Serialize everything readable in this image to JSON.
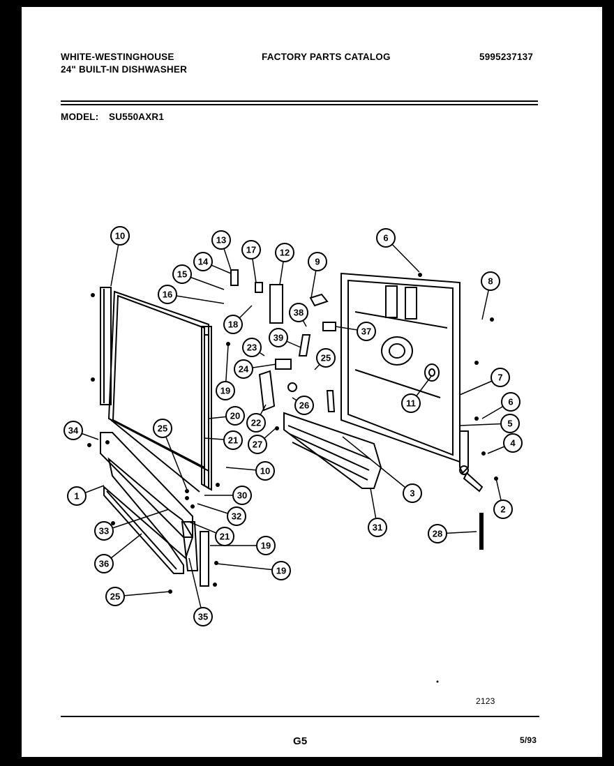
{
  "header": {
    "brand_line1": "WHITE-WESTINGHOUSE",
    "brand_line2": "24\" BUILT-IN DISHWASHER",
    "catalog_title": "FACTORY PARTS CATALOG",
    "catalog_number": "5995237137",
    "model_label": "MODEL:",
    "model_value": "SU550AXR1"
  },
  "diagram": {
    "callouts": [
      "10",
      "13",
      "17",
      "12",
      "9",
      "6",
      "14",
      "15",
      "8",
      "16",
      "18",
      "38",
      "37",
      "39",
      "23",
      "25",
      "24",
      "22",
      "26",
      "19",
      "20",
      "11",
      "7",
      "6",
      "5",
      "4",
      "21",
      "10",
      "27",
      "3",
      "2",
      "34",
      "25",
      "30",
      "32",
      "31",
      "28",
      "1",
      "21",
      "19",
      "33",
      "19",
      "36",
      "25",
      "35"
    ]
  },
  "footer": {
    "drawing_number": "2123",
    "page_code": "G5",
    "date": "5/93"
  }
}
